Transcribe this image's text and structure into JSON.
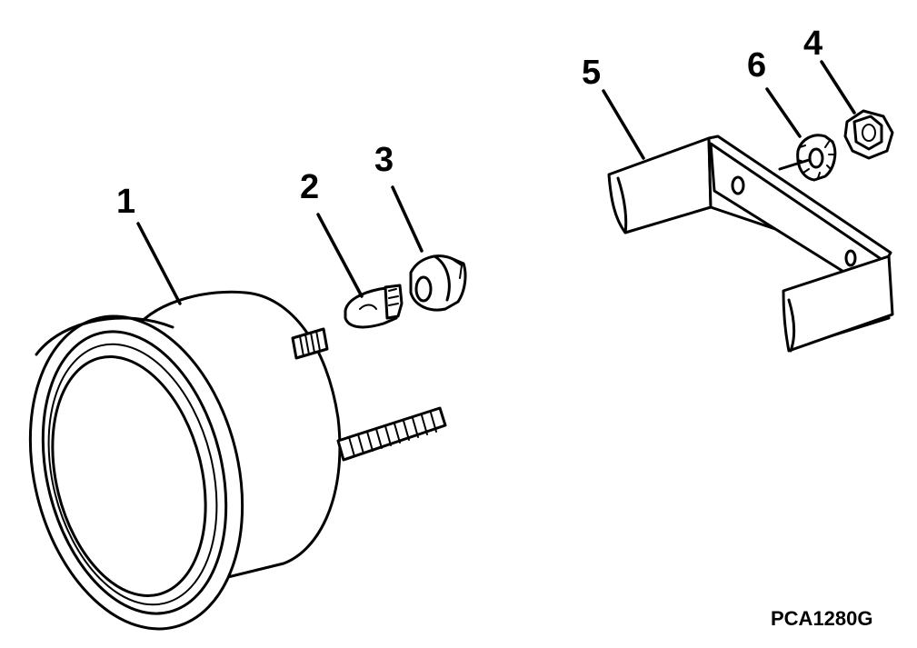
{
  "callouts": {
    "c1": "1",
    "c2": "2",
    "c3": "3",
    "c4": "4",
    "c5": "5",
    "c6": "6"
  },
  "figure_code": "PCA1280G",
  "parts": [
    "gauge-body-icon",
    "bulb-icon",
    "bulb-socket-icon",
    "hex-nut-icon",
    "mounting-bracket-icon",
    "lock-washer-icon"
  ],
  "colors": {
    "ink": "#000000",
    "paper": "#ffffff"
  }
}
